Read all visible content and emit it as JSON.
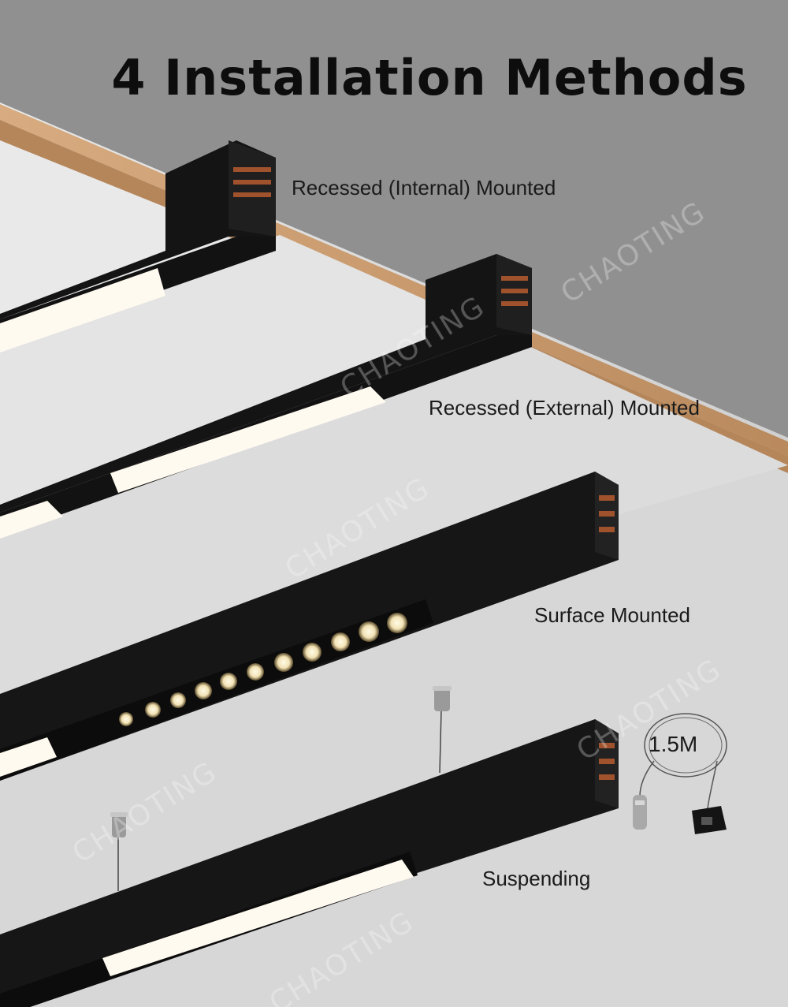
{
  "title": "4 Installation Methods",
  "methods": [
    {
      "label": "Recessed (Internal) Mounted"
    },
    {
      "label": "Recessed (External) Mounted"
    },
    {
      "label": "Surface Mounted"
    },
    {
      "label": "Suspending"
    }
  ],
  "cable_length": "1.5M",
  "watermark": "CHAOTING",
  "colors": {
    "ceiling_gray": "#8f8f8f",
    "wall": "#e2e2e2",
    "wood": "#c99b6f",
    "profile_black": "#141414",
    "light": "#fffaf0",
    "accent_copper": "#a0522d"
  }
}
